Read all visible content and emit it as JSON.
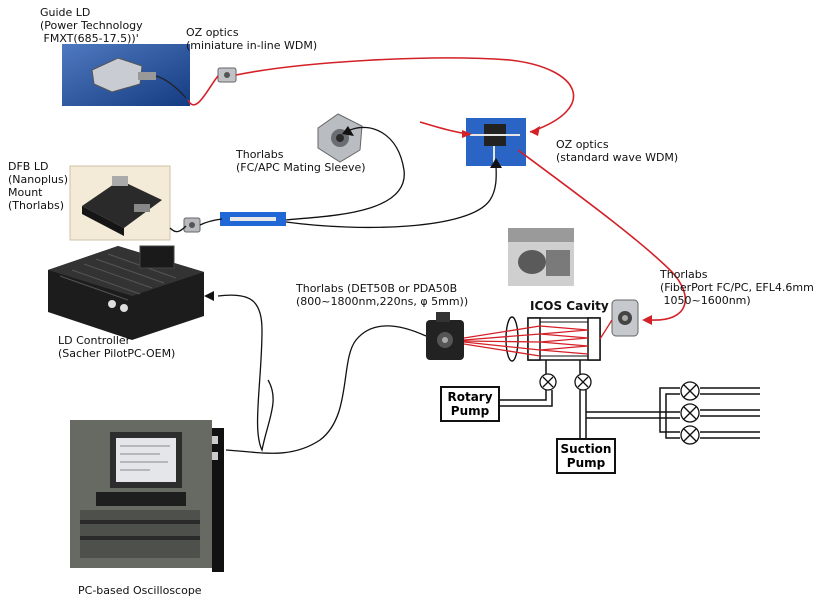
{
  "labels": {
    "guide_ld": "Guide LD\n(Power Technology\n FMXT(685-17.5))'",
    "oz_inline": "OZ optics\n(miniature in-line WDM)",
    "oz_standard": "OZ optics\n(standard wave WDM)",
    "thorlabs_sleeve": "Thorlabs\n(FC/APC Mating Sleeve)",
    "dfb_ld": "DFB LD\n(Nanoplus)\nMount\n(Thorlabs)",
    "ld_controller": "LD Controller\n(Sacher PilotPC-OEM)",
    "thorlabs_detector": "Thorlabs (DET50B or PDA50B\n(800~1800nm,220ns, φ 5mm))",
    "icos_cavity": "ICOS Cavity",
    "thorlabs_fiberport": "Thorlabs\n(FiberPort FC/PC, EFL4.6mm\n 1050~1600nm)",
    "rotary_pump": "Rotary\nPump",
    "suction_pump": "Suction\nPump",
    "oscilloscope": "PC-based Oscilloscope"
  },
  "colors": {
    "fiber": "#d42027",
    "cable": "#111111",
    "photo_blue": "#1b4f9e"
  }
}
